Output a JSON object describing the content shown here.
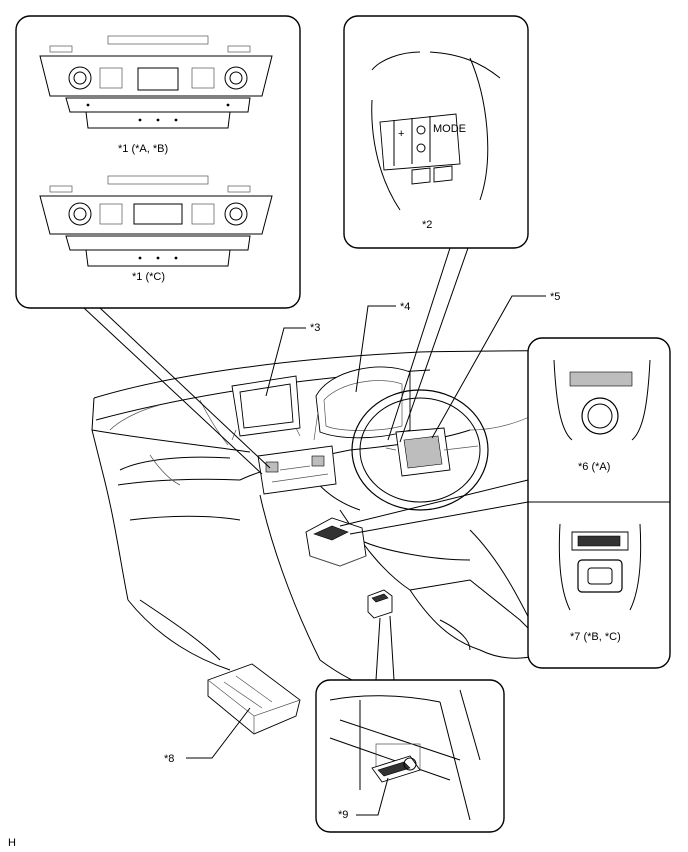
{
  "callouts": {
    "c1ab": "*1 (*A, *B)",
    "c1c": "*1 (*C)",
    "c2": "*2",
    "c3": "*3",
    "c4": "*4",
    "c5": "*5",
    "c6": "*6 (*A)",
    "c7": "*7 (*B, *C)",
    "c8": "*8",
    "c9": "*9"
  },
  "steering_buttons": {
    "plus": "+",
    "mode": "MODE"
  },
  "corner_code": "H"
}
